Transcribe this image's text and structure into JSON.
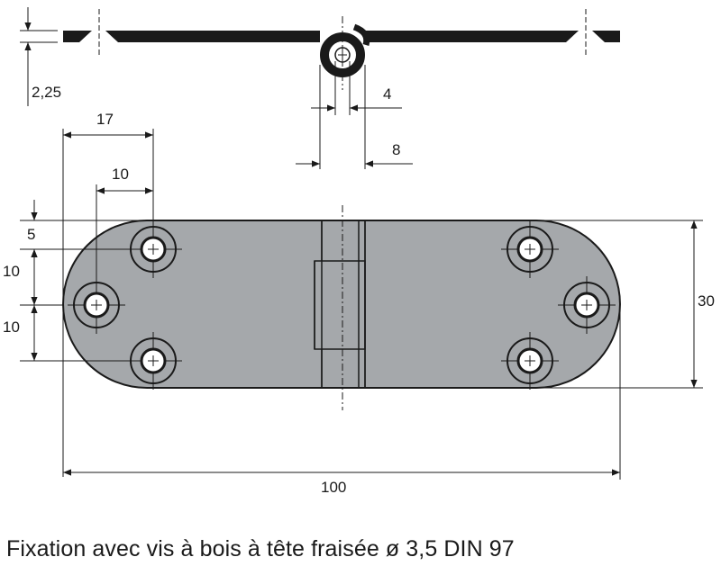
{
  "dimensions": {
    "thickness": "2,25",
    "pin_diameter": "4",
    "knuckle_diameter": "8",
    "hole_offset_17": "17",
    "hole_offset_10": "10",
    "edge_distance": "5",
    "hole_spacing_top": "10",
    "hole_spacing_bottom": "10",
    "height": "30",
    "length": "100"
  },
  "caption": "Fixation avec vis à bois à tête fraisée ø 3,5 DIN 97",
  "colors": {
    "plate_fill": "#a5a8ab",
    "line": "#1a1a1a",
    "background": "#ffffff"
  }
}
